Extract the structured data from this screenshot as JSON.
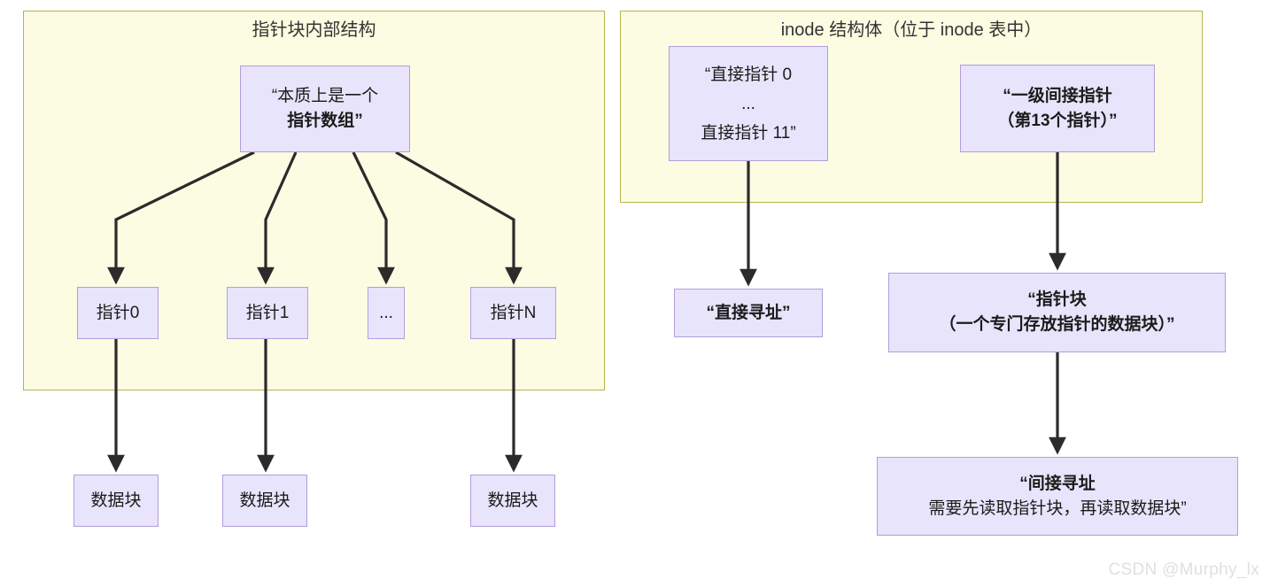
{
  "diagram": {
    "title_left": "指针块内部结构",
    "title_right": "inode 结构体（位于 inode 表中）",
    "watermark": "CSDN @Murphy_lx",
    "colors": {
      "group_fill": "#fcfce2",
      "group_border": "#b5b54a",
      "node_fill": "#e8e4fb",
      "node_border": "#b39ddb",
      "edge": "#2b2b2b",
      "text": "#1b1b1b",
      "watermark": "#e0e0e0"
    }
  },
  "left_panel": {
    "root": {
      "line1": "“本质上是一个",
      "line2": "指针数组”"
    },
    "pointers": [
      {
        "label": "指针0"
      },
      {
        "label": "指针1"
      },
      {
        "label": "..."
      },
      {
        "label": "指针N"
      }
    ],
    "data_blocks": [
      {
        "label": "数据块"
      },
      {
        "label": "数据块"
      },
      {
        "label": "数据块"
      }
    ]
  },
  "right_panel": {
    "direct_pointers": {
      "line1": "“直接指针 0",
      "line2": "...",
      "line3": "直接指针 11”"
    },
    "indirect_pointer": {
      "line1": "“一级间接指针",
      "line2": "（第13个指针）”"
    },
    "direct_addressing": {
      "line1": "“直接寻址”"
    },
    "pointer_block": {
      "line1": "“指针块",
      "line2": "（一个专门存放指针的数据块）”"
    },
    "indirect_addressing": {
      "line1": "“间接寻址",
      "line2": "需要先读取指针块，再读取数据块”"
    }
  }
}
